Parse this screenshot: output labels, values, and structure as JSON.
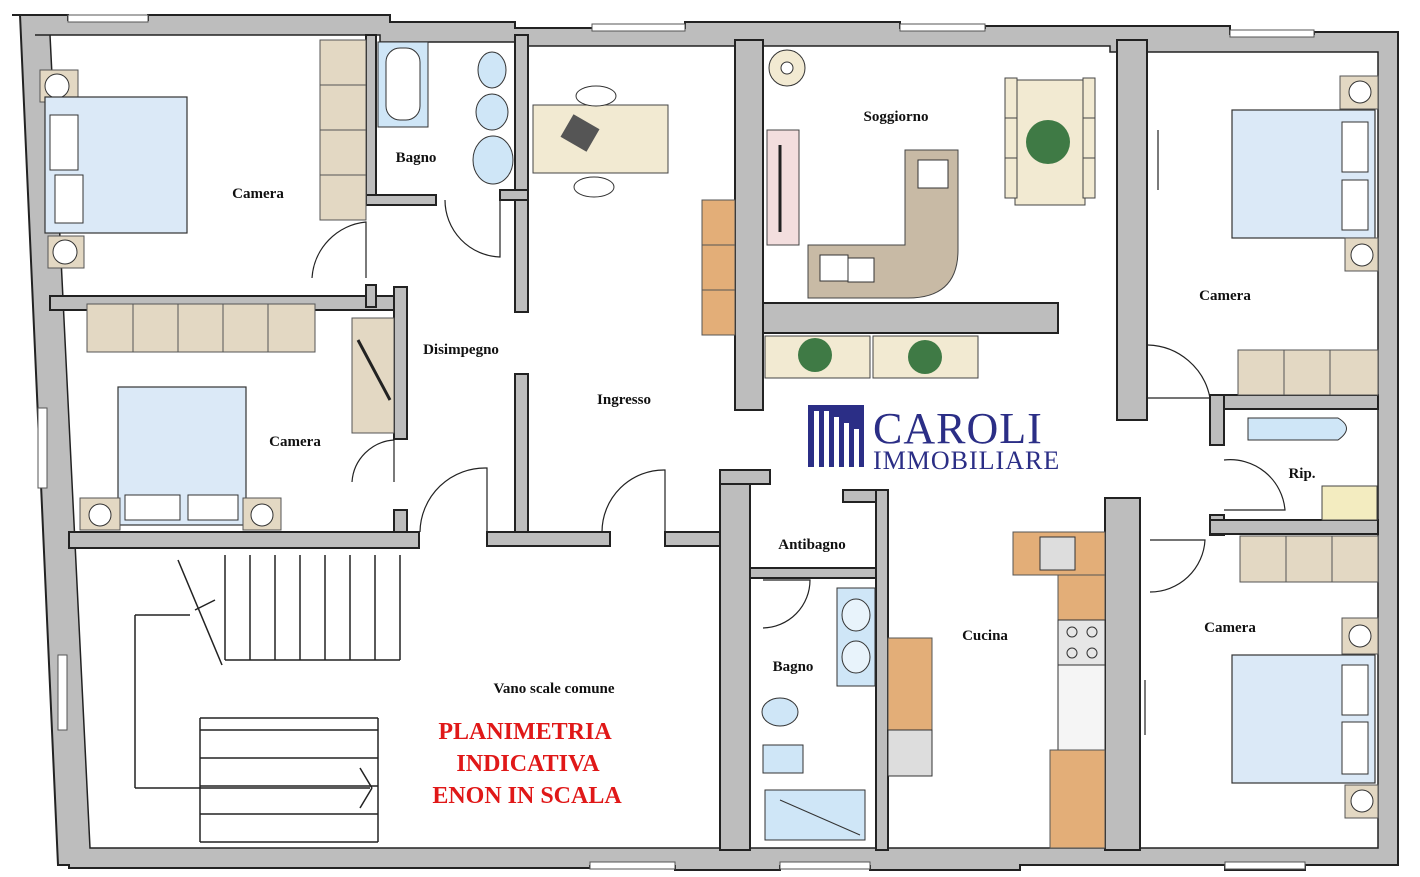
{
  "rooms": {
    "camera_top_left": "Camera",
    "bagno_top": "Bagno",
    "camera_mid_left": "Camera",
    "disimpegno": "Disimpegno",
    "ingresso": "Ingresso",
    "soggiorno": "Soggiorno",
    "camera_right_top": "Camera",
    "rip": "Rip.",
    "antibagno": "Antibagno",
    "bagno_bottom": "Bagno",
    "cucina": "Cucina",
    "camera_right_bottom": "Camera",
    "vano_scale": "Vano scale comune"
  },
  "notice": {
    "line1": "PLANIMETRIA",
    "line2": "INDICATIVA",
    "line3": "ENON IN SCALA"
  },
  "brand": {
    "name": "CAROLI",
    "sub": "IMMOBILIARE",
    "color": "#2b2e86",
    "icon": "caroli-logo-icon"
  },
  "colors": {
    "wall": "#bdbdbd",
    "notice": "#e01818",
    "bed": "#dbe9f7",
    "furniture": "#e3d8c3"
  }
}
